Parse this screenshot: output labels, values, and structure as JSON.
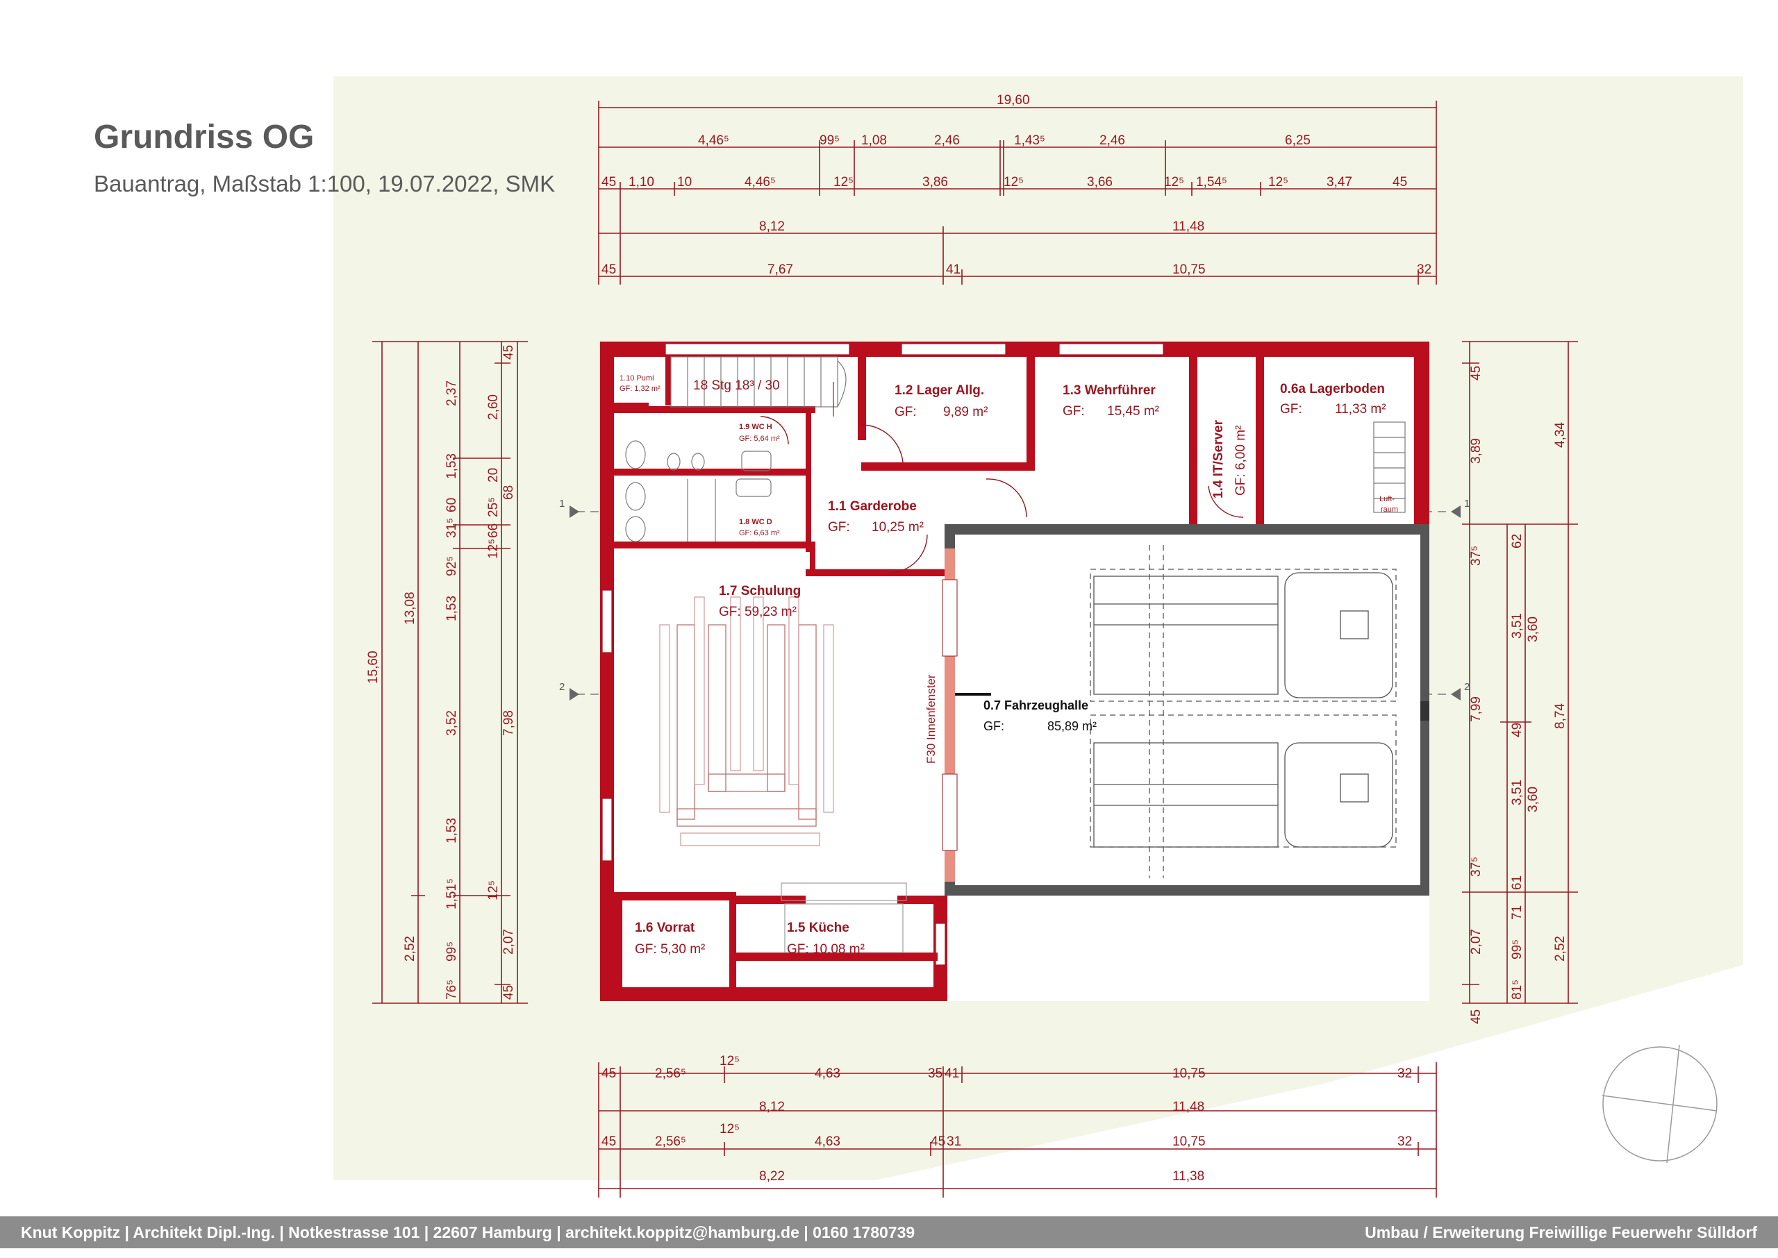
{
  "title": "Grundriss OG",
  "subtitle": "Bauantrag, Maßstab 1:100, 19.07.2022, SMK",
  "footer": {
    "left": "Knut Koppitz | Architekt Dipl.-Ing. | Notkestrasse 101 | 22607 Hamburg | architekt.koppitz@hamburg.de | 0160 1780739",
    "right": "Umbau / Erweiterung Freiwillige Feuerwehr Sülldorf"
  },
  "colors": {
    "wall": "#ba0d1d",
    "paper": "#f3f6e6",
    "text": "#9b1520",
    "footer": "#8c8c8c",
    "glazing": "#e88f82"
  },
  "rooms": {
    "r110": {
      "name": "1.10 Pumi",
      "area": "GF: 1,32 m²"
    },
    "stair": {
      "name": "18 Stg 18³ / 30"
    },
    "r19": {
      "name": "1.9 WC H",
      "area": "GF: 5,64 m²"
    },
    "r18": {
      "name": "1.8 WC D",
      "area": "GF: 6,63 m²"
    },
    "r12": {
      "name": "1.2 Lager Allg.",
      "gf": "GF:",
      "area": "9,89 m²"
    },
    "r13": {
      "name": "1.3 Wehrführer",
      "gf": "GF:",
      "area": "15,45 m²"
    },
    "r14": {
      "name": "1.4  IT/Server",
      "area": "GF:  6,00 m²"
    },
    "r06a": {
      "name": "0.6a Lagerboden",
      "gf": "GF:",
      "area": "11,33 m²"
    },
    "luft": {
      "line1": "Luft-",
      "line2": "raum"
    },
    "r11": {
      "name": "1.1 Garderobe",
      "gf": "GF:",
      "area": "10,25 m²"
    },
    "r17": {
      "name": "1.7 Schulung",
      "area": "GF:  59,23 m²"
    },
    "r07": {
      "name": "0.7 Fahrzeughalle",
      "gf": "GF:",
      "area": "85,89 m²"
    },
    "f30": {
      "name": "F30 Innenfenster"
    },
    "r16": {
      "name": "1.6 Vorrat",
      "area": "GF: 5,30 m²"
    },
    "r15": {
      "name": "1.5 Küche",
      "area": "GF: 10,08 m²"
    }
  },
  "section_marks": {
    "one": "1",
    "two": "2"
  },
  "dimensions": {
    "top": {
      "total": "19,60",
      "row2": [
        "4,46⁵",
        "99⁵",
        "1,08",
        "2,46",
        "1,43⁵",
        "2,46",
        "6,25"
      ],
      "row3": [
        "45",
        "1,10",
        "10",
        "4,46⁵",
        "12⁵",
        "3,86",
        "12⁵",
        "3,66",
        "12⁵",
        "1,54⁵",
        "12⁵",
        "3,47",
        "45"
      ],
      "row4": [
        "8,12",
        "11,48"
      ],
      "row5": [
        "45",
        "7,67",
        "41",
        "10,75",
        "32"
      ]
    },
    "bottom": {
      "row1": [
        "45",
        "2,56⁵",
        "12⁵",
        "4,63",
        "35",
        "41",
        "10,75",
        "32"
      ],
      "row2": [
        "8,12",
        "11,48"
      ],
      "row3": [
        "45",
        "2,56⁵",
        "12⁵",
        "4,63",
        "45",
        "31",
        "10,75",
        "32"
      ],
      "row4": [
        "8,22",
        "11,38"
      ]
    },
    "left": {
      "total": "15,60",
      "col2": [
        "13,08",
        "2,52"
      ],
      "col3": [
        "2,37",
        "1,53",
        "60",
        "31⁵",
        "92⁵",
        "1,53",
        "3,52",
        "1,53",
        "1,51⁵",
        "99⁵",
        "76⁵"
      ],
      "col4": [
        "2,60",
        "20",
        "25⁵",
        "66",
        "12⁵",
        "7,98",
        "12⁵",
        "2,07"
      ],
      "col5": [
        "45",
        "68",
        "45"
      ]
    },
    "right": {
      "col1": [
        "45",
        "3,89",
        "37⁵",
        "7,99",
        "37⁵",
        "2,07",
        "45"
      ],
      "col2": [
        "62",
        "3,51",
        "49",
        "3,51",
        "61",
        "71",
        "99⁵",
        "81⁵"
      ],
      "col3": [
        "3,60",
        "3,60"
      ],
      "col4": [
        "4,34",
        "8,74",
        "2,52"
      ]
    }
  }
}
